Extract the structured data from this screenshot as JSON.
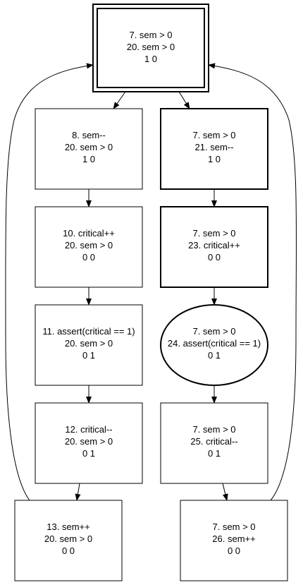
{
  "nodes": [
    {
      "id": "n0",
      "lines": [
        "7. sem > 0",
        "20. sem > 0",
        "1 0"
      ]
    },
    {
      "id": "n1",
      "lines": [
        "8. sem--",
        "20. sem > 0",
        "1 0"
      ]
    },
    {
      "id": "n2",
      "lines": [
        "7. sem > 0",
        "21. sem--",
        "1 0"
      ]
    },
    {
      "id": "n3",
      "lines": [
        "10. critical++",
        "20. sem > 0",
        "0 0"
      ]
    },
    {
      "id": "n4",
      "lines": [
        "7. sem > 0",
        "23. critical++",
        "0 0"
      ]
    },
    {
      "id": "n5",
      "lines": [
        "11. assert(critical == 1)",
        "20. sem > 0",
        "0 1"
      ]
    },
    {
      "id": "n6",
      "lines": [
        "7. sem > 0",
        "24. assert(critical == 1)",
        "0 1"
      ]
    },
    {
      "id": "n7",
      "lines": [
        "12. critical--",
        "20. sem > 0",
        "0 1"
      ]
    },
    {
      "id": "n8",
      "lines": [
        "7. sem > 0",
        "25. critical--",
        "0 1"
      ]
    },
    {
      "id": "n9",
      "lines": [
        "13. sem++",
        "20. sem > 0",
        "0 0"
      ]
    },
    {
      "id": "n10",
      "lines": [
        "7. sem > 0",
        "26. sem++",
        "0 0"
      ]
    }
  ],
  "edges": [
    {
      "from": "n0",
      "to": "n1"
    },
    {
      "from": "n0",
      "to": "n2"
    },
    {
      "from": "n1",
      "to": "n3"
    },
    {
      "from": "n2",
      "to": "n4"
    },
    {
      "from": "n3",
      "to": "n5"
    },
    {
      "from": "n4",
      "to": "n6"
    },
    {
      "from": "n5",
      "to": "n7"
    },
    {
      "from": "n6",
      "to": "n8"
    },
    {
      "from": "n7",
      "to": "n9"
    },
    {
      "from": "n8",
      "to": "n10"
    },
    {
      "from": "n9",
      "to": "n0"
    },
    {
      "from": "n10",
      "to": "n0"
    }
  ]
}
